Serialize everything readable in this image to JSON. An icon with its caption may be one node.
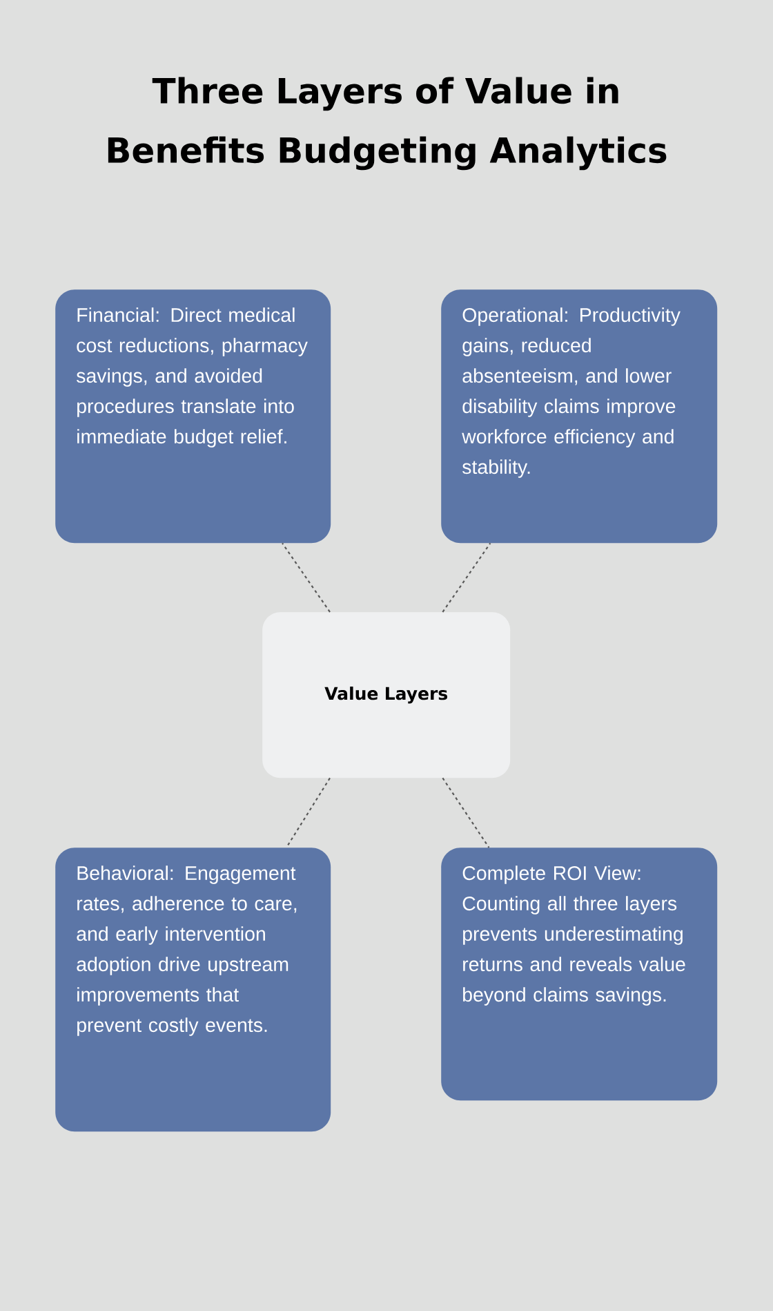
{
  "diagram": {
    "title": "Three Layers of Value in Benefits Budgeting Analytics",
    "nodes": [
      {
        "text": [
          "Financial: Direct medical cost reductions, pharmacy savings, and avoided procedures translate into immediate budget relief."
        ]
      },
      {
        "text": [
          "Operational: Productivity gains, reduced absenteeism, and lower disability claims improve workforce efficiency and stability."
        ]
      },
      {
        "text": [
          "Value Layers"
        ]
      },
      {
        "text": [
          "Behavioral: Engagement rates, adherence to care, and early intervention adoption drive upstream improvements that prevent costly events."
        ]
      },
      {
        "text": [
          "Complete ROI View: Counting all three layers prevents underestimating returns and reveals value beyond claims savings."
        ]
      }
    ],
    "edges": [
      {
        "from": 2,
        "to": 0,
        "arrow": "none",
        "style": "dashed"
      },
      {
        "from": 2,
        "to": 1,
        "arrow": "none",
        "style": "dashed"
      },
      {
        "from": 2,
        "to": 3,
        "arrow": "none",
        "style": "dashed"
      },
      {
        "from": 2,
        "to": 4,
        "arrow": "none",
        "style": "dashed"
      }
    ]
  }
}
